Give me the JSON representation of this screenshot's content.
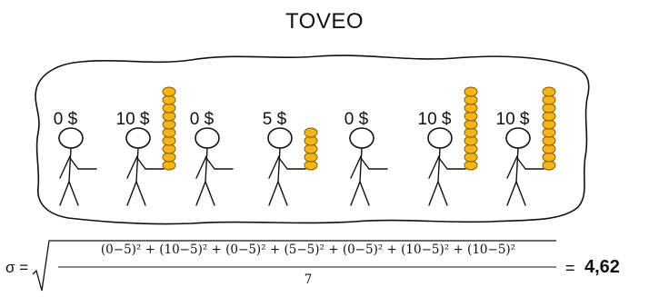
{
  "title": "TOVEO",
  "people": [
    {
      "amount": "0 $",
      "coins": 0
    },
    {
      "amount": "10 $",
      "coins": 10
    },
    {
      "amount": "0 $",
      "coins": 0
    },
    {
      "amount": "5 $",
      "coins": 5
    },
    {
      "amount": "0 $",
      "coins": 0
    },
    {
      "amount": "10 $",
      "coins": 10
    },
    {
      "amount": "10 $",
      "coins": 10
    }
  ],
  "formula": {
    "lhs": "σ =",
    "numerator": "(0−5)² + (10−5)² + (0−5)² + (5−5)² + (0−5)² + (10−5)² +  (10−5)²",
    "denominator": "7",
    "equals": "=",
    "result": "4,62"
  },
  "colors": {
    "coin": "#f3b51a",
    "coin_edge": "#8a5a00",
    "ink": "#111111"
  }
}
